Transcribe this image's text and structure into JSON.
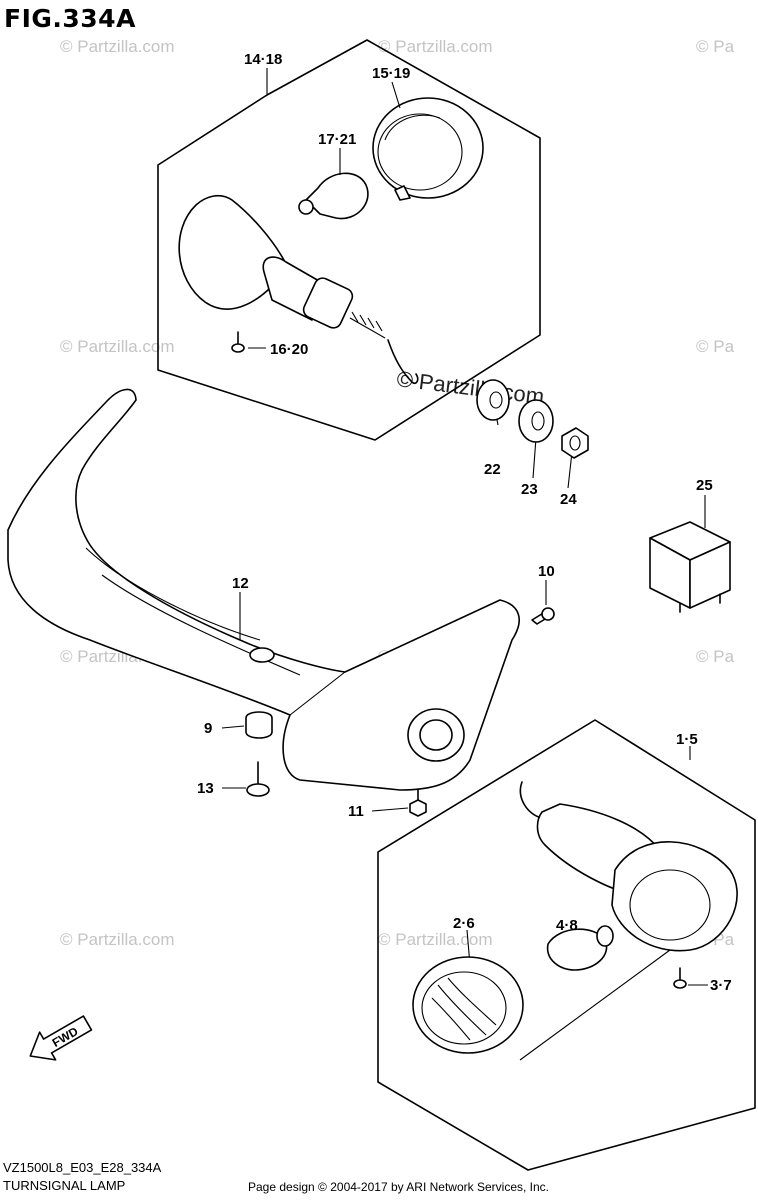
{
  "header": {
    "figure_number": "FIG.334A"
  },
  "footer": {
    "model_code": "VZ1500L8_E03_E28_334A",
    "section_title": "TURNSIGNAL LAMP",
    "copyright": "Page design © 2004-2017 by ARI Network Services, Inc."
  },
  "watermarks": {
    "small": "© Partzilla.com",
    "small_cut": "© Pa",
    "center": "© Partzilla.com"
  },
  "callouts": {
    "c14_18": "14·18",
    "c15_19": "15·19",
    "c17_21": "17·21",
    "c16_20": "16·20",
    "c22": "22",
    "c23": "23",
    "c24": "24",
    "c25": "25",
    "c12": "12",
    "c10": "10",
    "c9": "9",
    "c13": "13",
    "c11": "11",
    "c1_5": "1·5",
    "c2_6": "2·6",
    "c4_8": "4·8",
    "c3_7": "3·7"
  },
  "fwd_label": "FWD"
}
